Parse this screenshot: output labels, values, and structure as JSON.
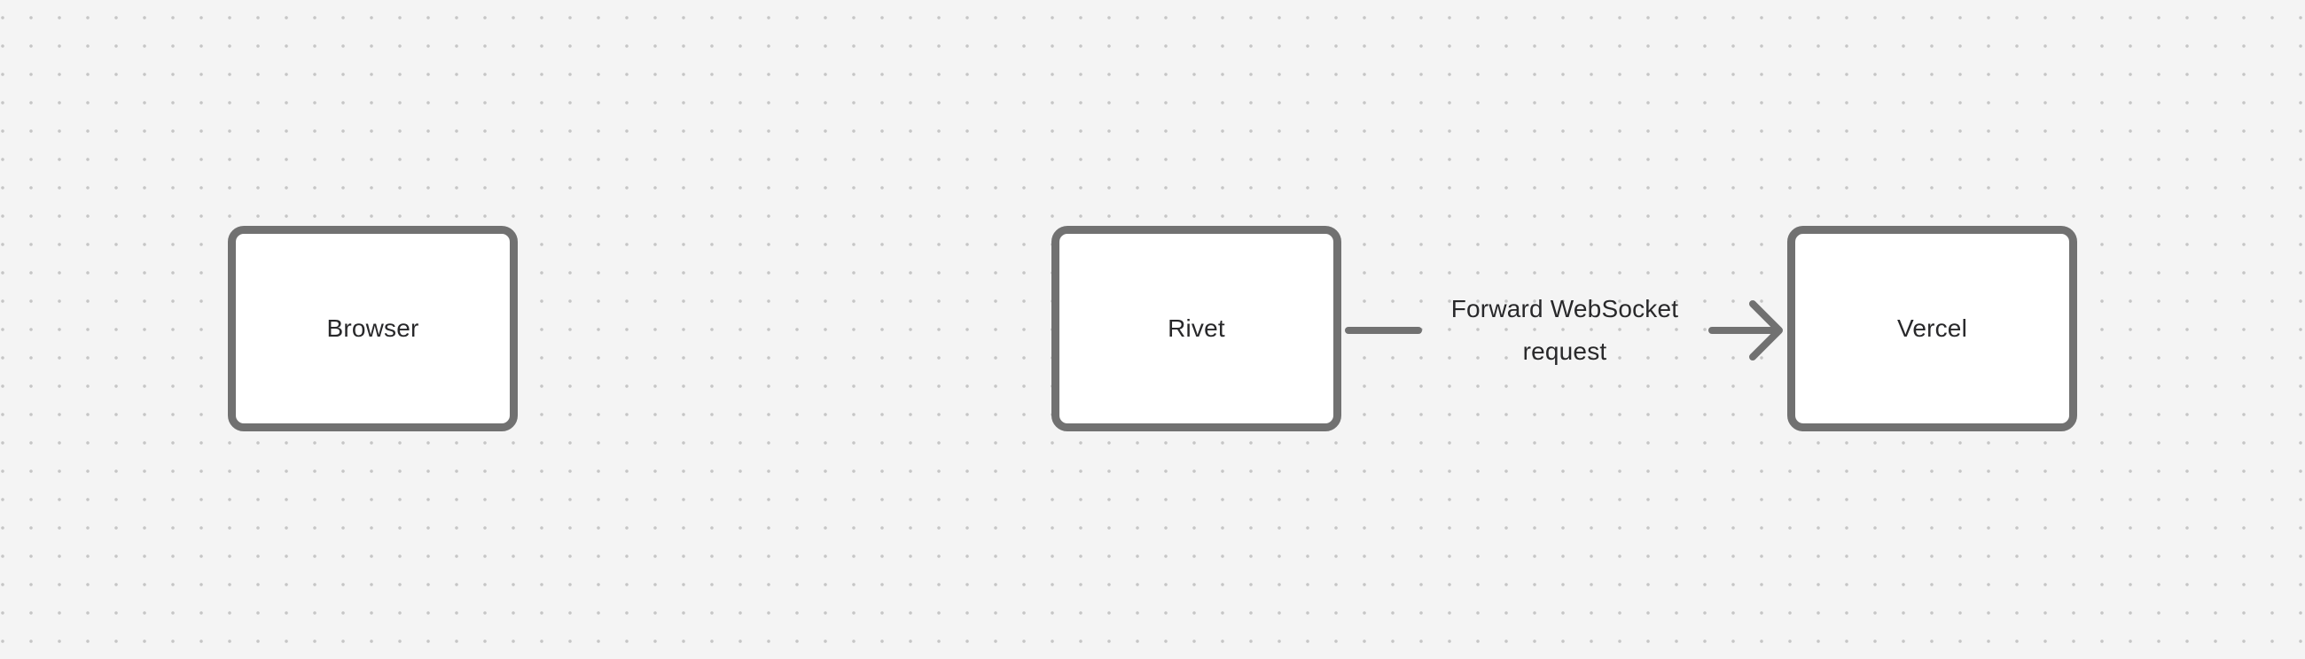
{
  "canvas": {
    "background_color": "#f4f4f4",
    "dot_color": "#c6c6c6",
    "stroke_color": "#717171",
    "text_color": "#28282a",
    "node_fill": "#ffffff"
  },
  "diagram": {
    "nodes": [
      {
        "id": "browser",
        "label": "Browser"
      },
      {
        "id": "rivet",
        "label": "Rivet"
      },
      {
        "id": "vercel",
        "label": "Vercel"
      }
    ],
    "edges": [
      {
        "from": "rivet",
        "to": "vercel",
        "label": "Forward WebSocket\nrequest"
      }
    ]
  }
}
